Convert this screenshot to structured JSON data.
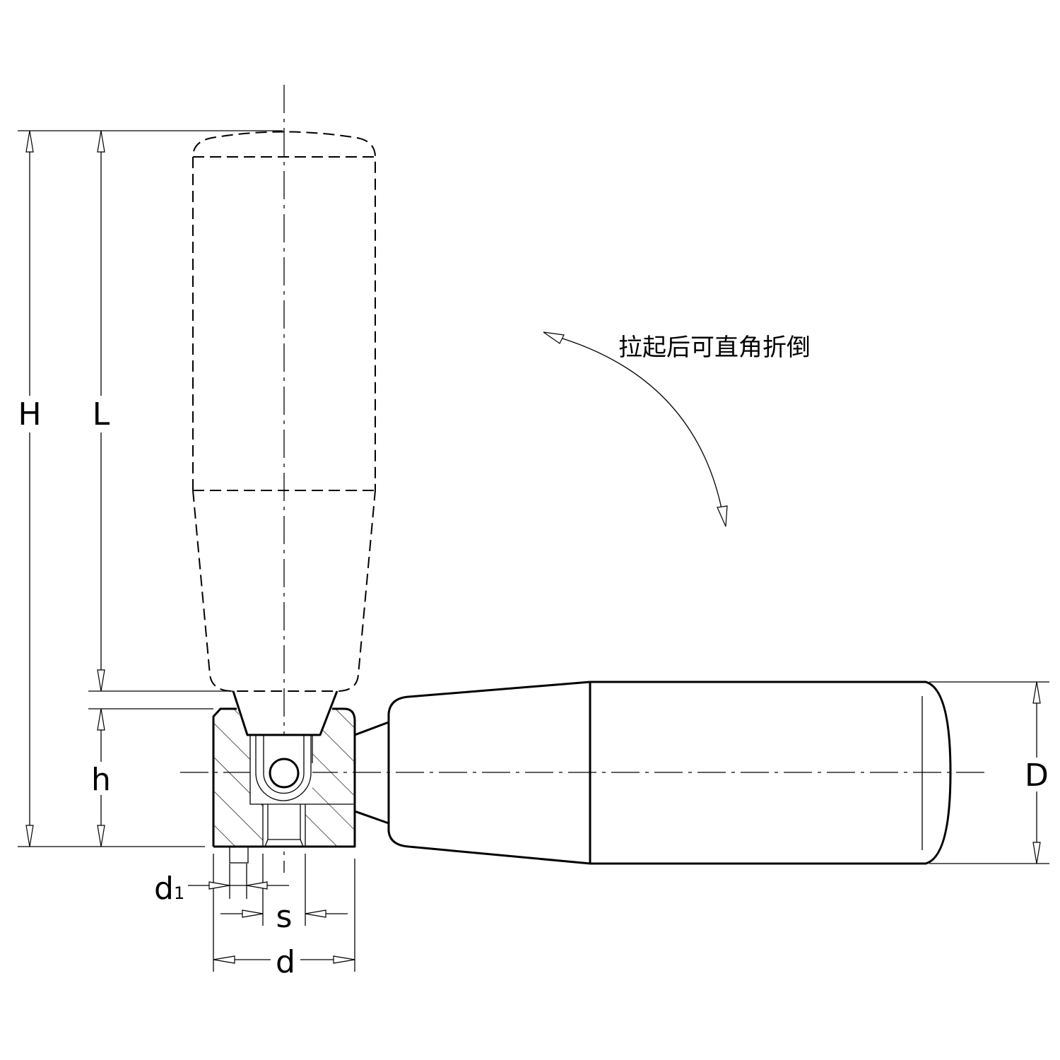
{
  "labels": {
    "H": "H",
    "L": "L",
    "h": "h",
    "D": "D",
    "d1_main": "d",
    "d1_sub": "1",
    "s": "s",
    "d": "d"
  },
  "note": "拉起后可直角折倒"
}
